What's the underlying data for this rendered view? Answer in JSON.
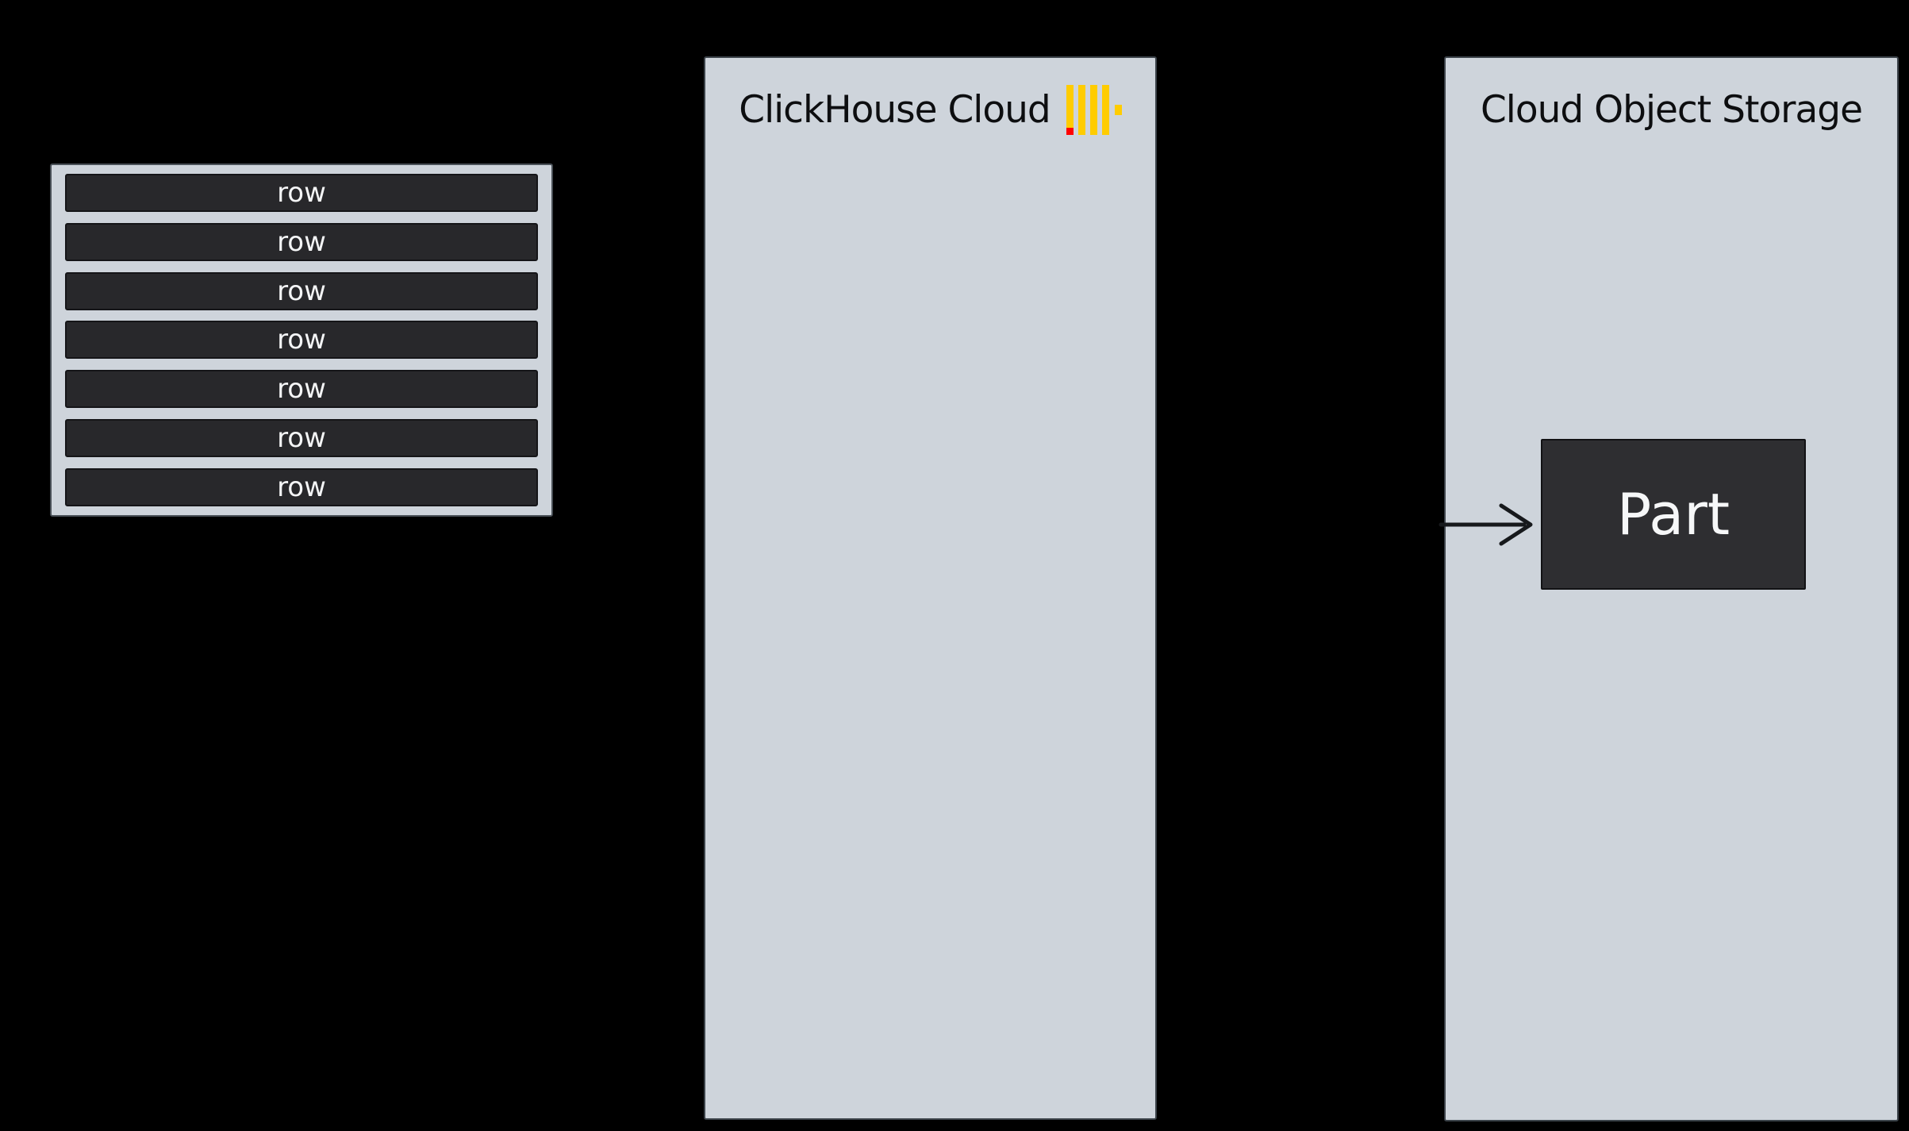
{
  "diagram": {
    "background": "#000000",
    "rows_table": {
      "rows": [
        "row",
        "row",
        "row",
        "row",
        "row",
        "row",
        "row"
      ]
    },
    "clickhouse_panel": {
      "title": "ClickHouse Cloud",
      "logo": {
        "name": "clickhouse-logo",
        "yellow": "#ffcc00",
        "red": "#ff0000"
      }
    },
    "storage_panel": {
      "title": "Cloud Object Storage",
      "part_label": "Part"
    },
    "colors": {
      "panel_fill": "#ced4db",
      "panel_border": "#3c434a",
      "block_fill": "#28282b",
      "block_border": "#151518",
      "title_text": "#0d0e10",
      "block_text": "#f6f7f8",
      "arrow": "#17191c"
    }
  }
}
